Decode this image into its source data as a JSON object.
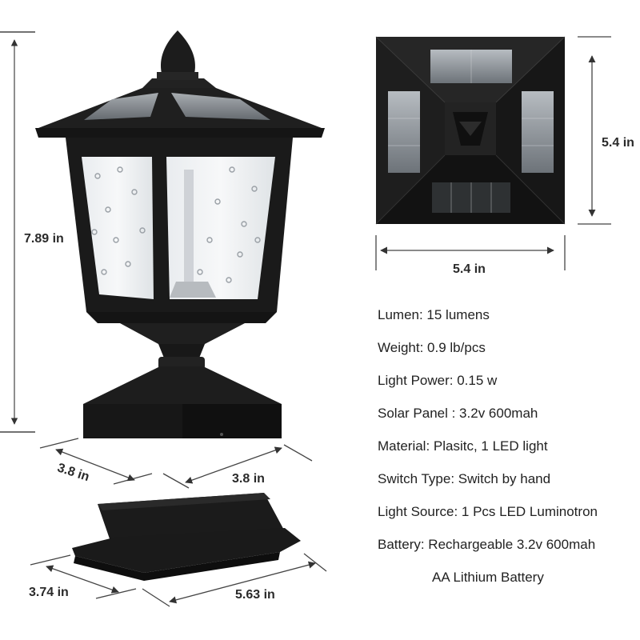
{
  "dimensions": {
    "lamp_height": "7.89 in",
    "top_width": "5.4 in",
    "top_depth": "5.4 in",
    "base_left": "3.8 in",
    "base_right": "3.8 in",
    "adapter_left": "3.74 in",
    "adapter_right": "5.63 in"
  },
  "specs": [
    "Lumen:  15 lumens",
    "Weight:  0.9 lb/pcs",
    "Light Power: 0.15 w",
    "Solar Panel :  3.2v 600mah",
    "Material:  Plasitc, 1 LED light",
    "Switch Type:  Switch by hand",
    "Light Source:  1 Pcs LED Luminotron",
    "Battery:  Rechargeable 3.2v 600mah",
    "AA Lithium Battery"
  ],
  "colors": {
    "lamp_body": "#1c1c1c",
    "solar_panel": "#8f959b",
    "dimension_line": "#333333"
  }
}
